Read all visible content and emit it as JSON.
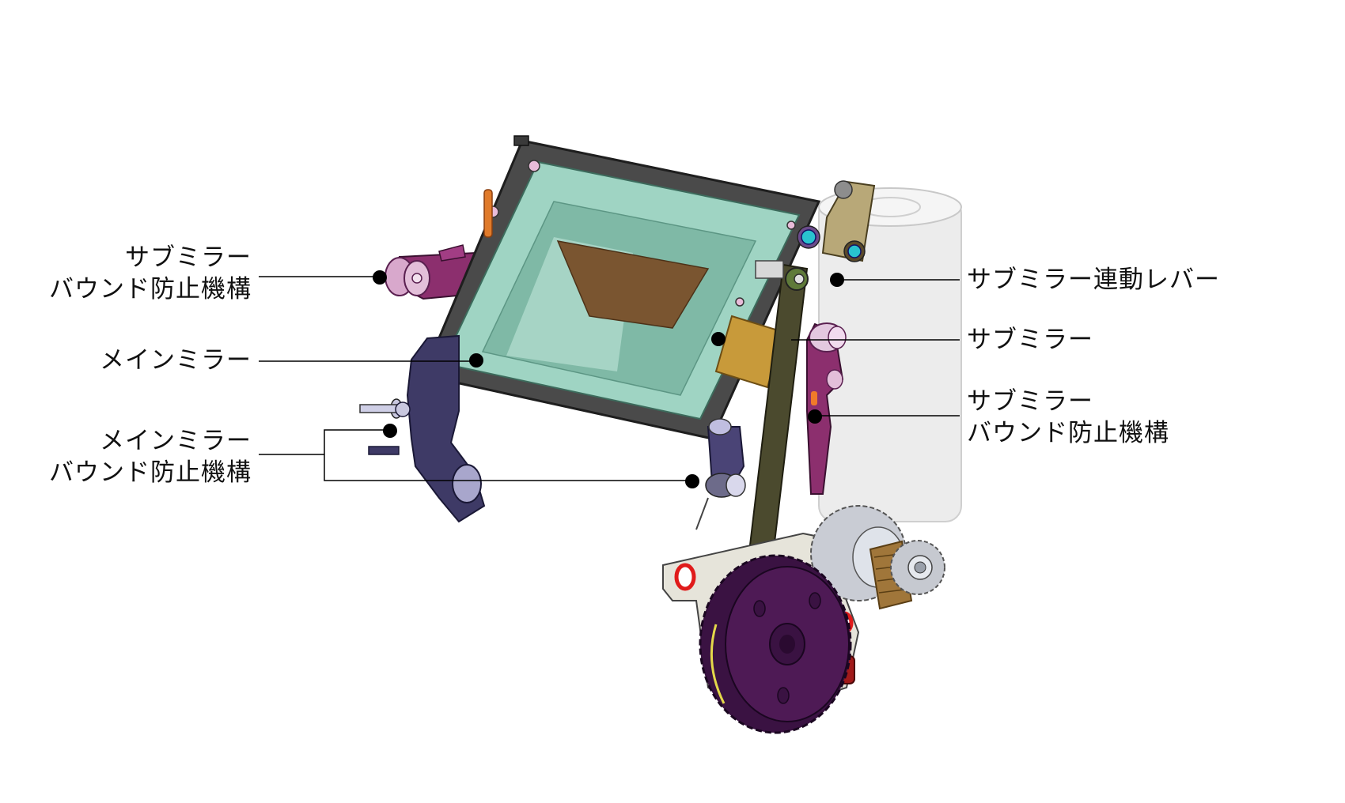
{
  "diagram": {
    "subject": "mirror box mechanism (CAD rendering)",
    "labels": {
      "left": [
        {
          "id": "sub-mirror-bound-prevention-left",
          "lines": [
            "サブミラー",
            "バウンド防止機構"
          ]
        },
        {
          "id": "main-mirror",
          "lines": [
            "メインミラー"
          ]
        },
        {
          "id": "main-mirror-bound-prevention",
          "lines": [
            "メインミラー",
            "バウンド防止機構"
          ]
        }
      ],
      "right": [
        {
          "id": "sub-mirror-link-lever",
          "lines": [
            "サブミラー連動レバー"
          ]
        },
        {
          "id": "sub-mirror",
          "lines": [
            "サブミラー"
          ]
        },
        {
          "id": "sub-mirror-bound-prevention-right",
          "lines": [
            "サブミラー",
            "バウンド防止機構"
          ]
        }
      ]
    },
    "colors": {
      "mirror_glass": "#9fd4c3",
      "mirror_glass_inner": "#7fb9a6",
      "mirror_frame": "#4a4a4a",
      "sub_mirror_plate": "#7a5530",
      "sub_mirror_arm": "#8c2f6e",
      "main_mirror_arm": "#3e3a66",
      "link_lever": "#4b4a2e",
      "drive_gear": "#4e1a55",
      "idler_gear": "#c9ccd4",
      "helical_gear": "#a0763a",
      "bracket": "#e6e4da",
      "motor_housing": "#ededed",
      "red_washer": "#e01b1b",
      "leader_line": "#000000"
    }
  }
}
